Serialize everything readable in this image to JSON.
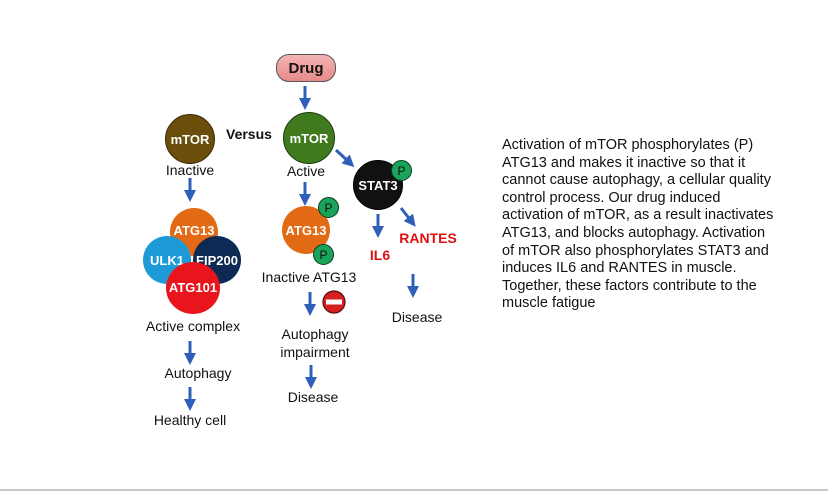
{
  "drug": {
    "label": "Drug"
  },
  "left": {
    "mtor": "mTOR",
    "inactive": "Inactive",
    "complex": {
      "atg13": "ATG13",
      "ulk1": "ULK1",
      "fip200": "FIP200",
      "atg101": "ATG101"
    },
    "active_complex": "Active complex",
    "autophagy": "Autophagy",
    "healthy": "Healthy cell"
  },
  "versus": "Versus",
  "middle": {
    "mtor": "mTOR",
    "active": "Active",
    "atg13": "ATG13",
    "p": "P",
    "inactive_atg13": "Inactive ATG13",
    "impairment_line1": "Autophagy",
    "impairment_line2": "impairment",
    "disease": "Disease"
  },
  "right": {
    "stat3": "STAT3",
    "p": "P",
    "il6": "IL6",
    "rantes": "RANTES",
    "disease": "Disease"
  },
  "description": "Activation of mTOR phosphorylates (P) ATG13 and makes it inactive so that it cannot cause autophagy, a cellular quality control process. Our drug induced activation of mTOR, as a result inactivates ATG13, and blocks autophagy. Activation of mTOR also phosphorylates STAT3 and induces IL6 and RANTES in muscle. Together, these factors contribute to the muscle fatigue",
  "colors": {
    "arrow": "#2f5fb8",
    "mtor_inactive": "#6b4e0c",
    "mtor_active": "#3f7a1e",
    "atg13": "#e36a14",
    "ulk1": "#1e9bd7",
    "fip200": "#0d2a55",
    "atg101": "#e8161c",
    "stat3": "#111111",
    "p_badge": "#1aa35a",
    "inhibit": "#d62020",
    "drug_fill": "#f0a0a0"
  },
  "icons": [
    "down-arrow-icon",
    "diagonal-arrow-icon",
    "inhibit-icon"
  ]
}
